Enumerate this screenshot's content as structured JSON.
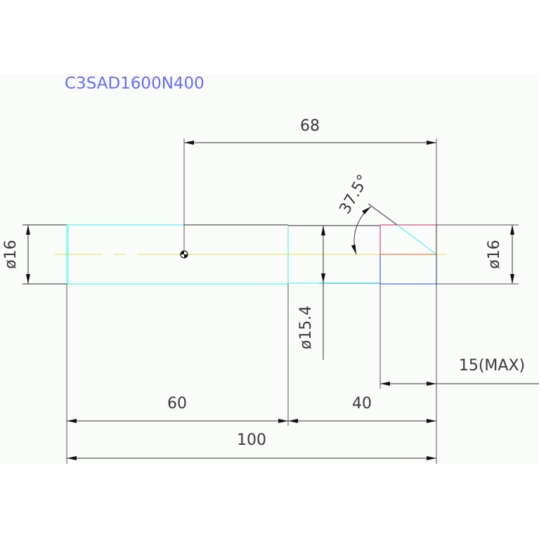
{
  "drawing": {
    "title": "C3SAD1600N400",
    "colors": {
      "title": "#6a6cf6",
      "outline": "#555555",
      "cyan": "#5ef0f0",
      "red": "#e05080",
      "blue": "#4a6cff",
      "centerline": "#e8e870",
      "center_orange": "#e89060",
      "background": "#fafcfa"
    },
    "dimensions": {
      "overall_offset": "68",
      "angle": "37.5°",
      "dia_left": "ø16",
      "dia_right": "ø16",
      "dia_neck": "ø15.4",
      "tip_length": "15(MAX)",
      "shank_length": "60",
      "neck_length": "40",
      "total_length": "100"
    }
  }
}
